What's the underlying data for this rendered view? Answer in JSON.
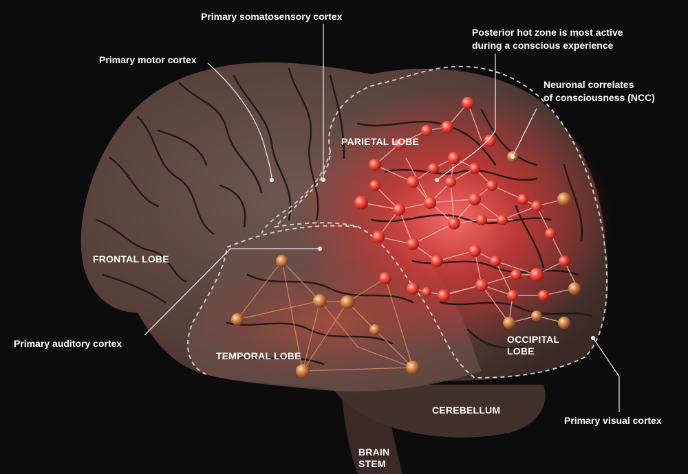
{
  "labels": {
    "somatosensory": "Primary somatosensory cortex",
    "motor": "Primary motor cortex",
    "hot_zone_1": "Posterior hot zone is most active",
    "hot_zone_2": "during a conscious experience",
    "ncc_1": "Neuronal correlates",
    "ncc_2": "of consciousness (NCC)",
    "auditory": "Primary auditory cortex",
    "visual": "Primary visual cortex"
  },
  "lobes": {
    "frontal": "FRONTAL LOBE",
    "parietal": "PARIETAL LOBE",
    "temporal": "TEMPORAL LOBE",
    "occipital_1": "OCCIPITAL",
    "occipital_2": "LOBE",
    "cerebellum": "CEREBELLUM",
    "brain_stem_1": "BRAIN",
    "brain_stem_2": "STEM"
  },
  "colors": {
    "background": "#0c0c0c",
    "brain": "#5e4540",
    "hot_zone": "#ff3b3b",
    "label_text": "#ffffff"
  }
}
